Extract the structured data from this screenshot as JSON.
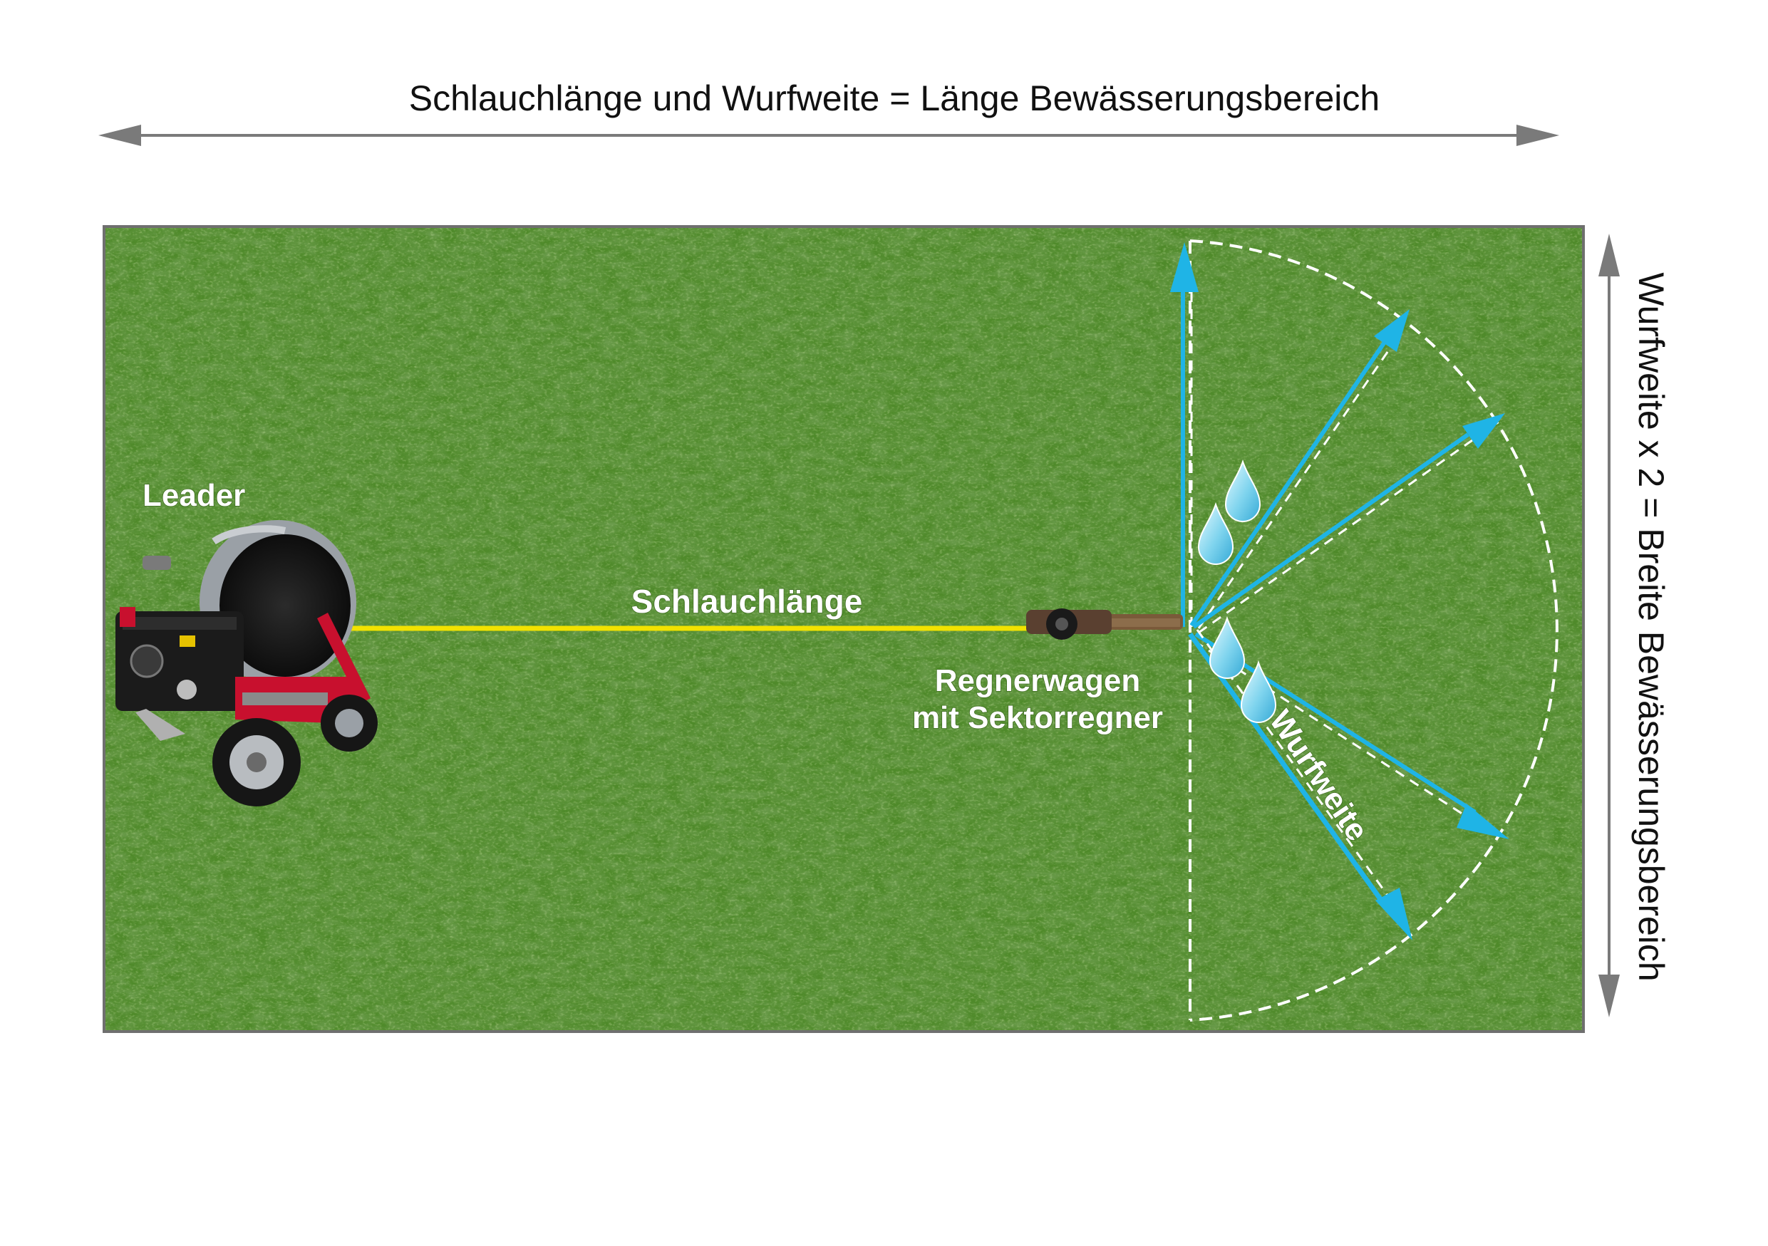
{
  "top_label": "Schlauchlänge und Wurfweite = Länge Bewässerungsbereich",
  "side_label": "Wurfweite x 2 = Breite Bewässerungsbereich",
  "machine_label": "Leader",
  "hose_label": "Schlauchlänge",
  "cart_label_line1": "Regnerwagen",
  "cart_label_line2": "mit Sektorregner",
  "throw_label": "Wurfweite",
  "colors": {
    "arrow_gray": "#7a7a7a",
    "grass": "#4f8a2a",
    "hose_yellow": "#f2e200",
    "water_blue": "#1fb4e6",
    "machine_red": "#c8102e"
  },
  "icons": {
    "machine": "hose-reel-irrigator-icon",
    "cart": "sprinkler-cart-icon",
    "drop": "water-drop-icon"
  }
}
